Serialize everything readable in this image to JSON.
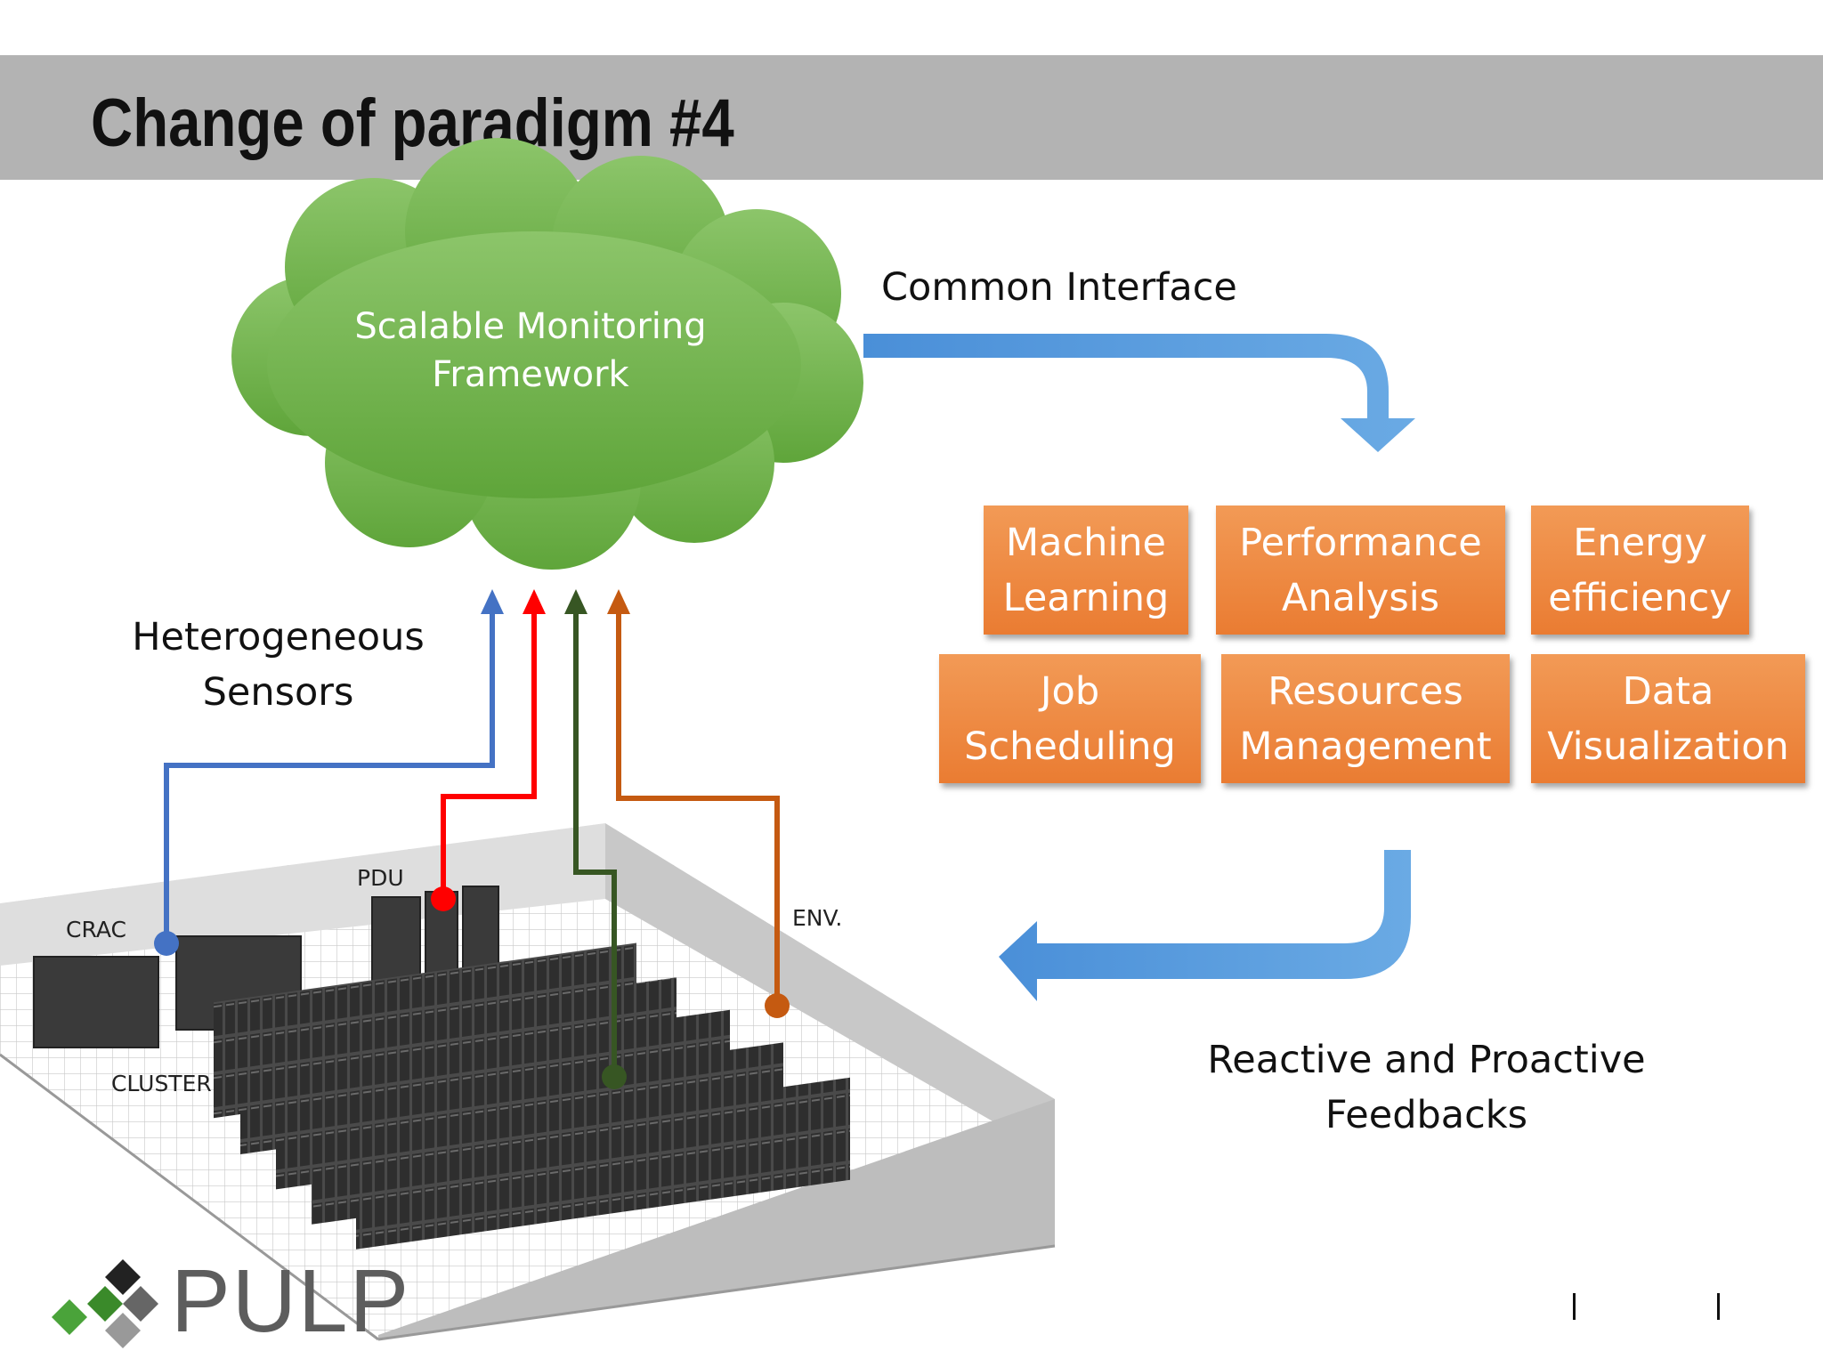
{
  "title": "Change of paradigm #4",
  "cloud": {
    "line1": "Scalable Monitoring",
    "line2": "Framework"
  },
  "common_interface": "Common Interface",
  "heterogeneous": {
    "line1": "Heterogeneous",
    "line2": "Sensors"
  },
  "feedback": {
    "line1": "Reactive and Proactive",
    "line2": "Feedbacks"
  },
  "boxes": [
    {
      "line1": "Machine",
      "line2": "Learning"
    },
    {
      "line1": "Performance",
      "line2": "Analysis"
    },
    {
      "line1": "Energy",
      "line2": "efficiency"
    },
    {
      "line1": "Job",
      "line2": "Scheduling"
    },
    {
      "line1": "Resources",
      "line2": "Management"
    },
    {
      "line1": "Data",
      "line2": "Visualization"
    }
  ],
  "room_labels": {
    "crac": "CRAC",
    "pdu": "PDU",
    "env": "ENV.",
    "cluster": "CLUSTER"
  },
  "logo": {
    "text": "PULP",
    "icon": "pulp-logo-icon"
  },
  "colors": {
    "blue": "#4472c4",
    "red": "#ff0000",
    "green": "#375623",
    "orange": "#c55a11",
    "box_orange": "#ee8a44",
    "cloud_green": "#70ad47",
    "arrow_blue": "#5b9bd5"
  }
}
